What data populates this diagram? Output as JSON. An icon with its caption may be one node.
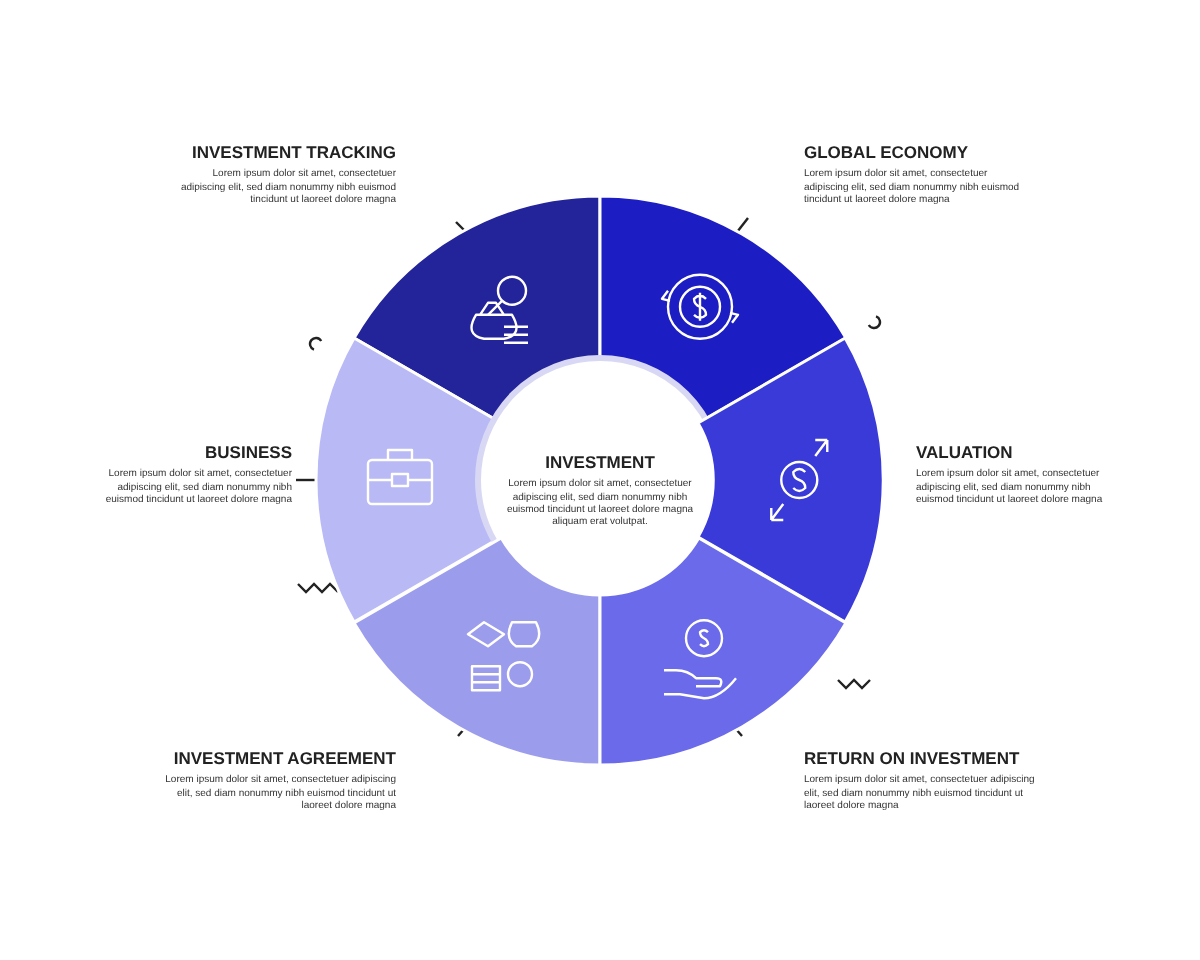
{
  "diagram": {
    "nodes": [
      {
        "text": [
          "INVESTMENT TRACKING",
          "Lorem ipsum dolor sit amet, consectetuer adipiscing elit, sed diam nonummy nibh euismod tincidunt ut laoreet dolore magna"
        ]
      },
      {
        "text": [
          "GLOBAL ECONOMY",
          "Lorem ipsum dolor sit amet, consectetuer adipiscing elit, sed diam nonummy nibh euismod tincidunt ut laoreet dolore magna"
        ]
      },
      {
        "text": [
          "BUSINESS",
          "Lorem ipsum dolor sit amet, consectetuer adipiscing elit, sed diam nonummy nibh euismod tincidunt ut laoreet dolore magna"
        ]
      },
      {
        "text": [
          "INVESTMENT",
          "Lorem ipsum dolor sit amet, consectetuer adipiscing elit, sed diam nonummy nibh euismod tincidunt ut laoreet dolore magna aliquam erat volutpat."
        ]
      },
      {
        "text": [
          "VALUATION",
          "Lorem ipsum dolor sit amet, consectetuer adipiscing elit, sed diam nonummy nibh euismod tincidunt ut laoreet dolore magna"
        ]
      },
      {
        "text": [
          "INVESTMENT AGREEMENT",
          "Lorem ipsum dolor sit amet, consectetuer adipiscing elit, sed diam nonummy nibh euismod tincidunt ut laoreet dolore magna"
        ]
      },
      {
        "text": [
          "RETURN ON INVESTMENT",
          "Lorem ipsum dolor sit amet, consectetuer adipiscing elit, sed diam nonummy nibh euismod tincidunt ut laoreet dolore magna"
        ]
      }
    ]
  }
}
